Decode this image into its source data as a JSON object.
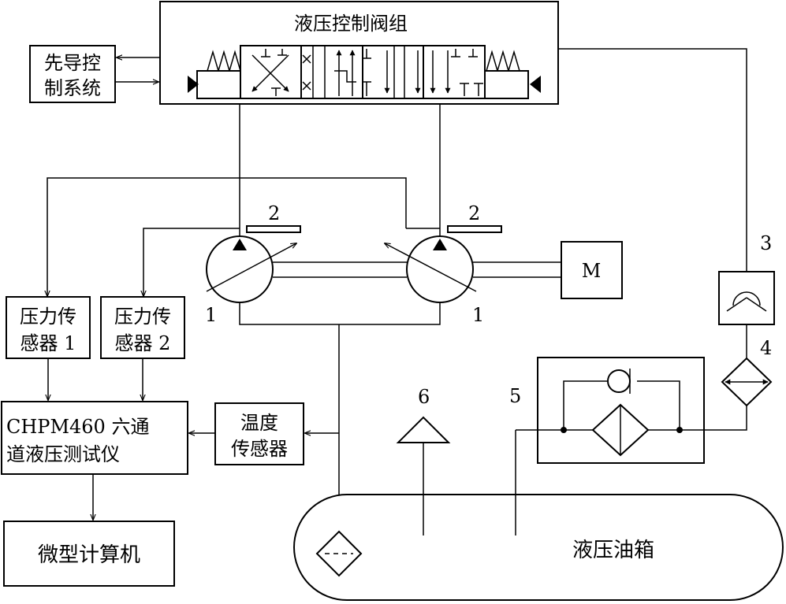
{
  "labels": {
    "valve_group": "液压控制阀组",
    "pilot_system_line1": "先导控",
    "pilot_system_line2": "制系统",
    "pressure_sensor_1_line1": "压力传",
    "pressure_sensor_1_line2": "感器 1",
    "pressure_sensor_2_line1": "压力传",
    "pressure_sensor_2_line2": "感器 2",
    "tester_line1": "CHPM460 六通",
    "tester_line2": "道液压测试仪",
    "temp_sensor_line1": "温度",
    "temp_sensor_line2": "传感器",
    "computer": "微型计算机",
    "tank": "液压油箱",
    "motor": "M"
  },
  "callouts": {
    "pump_left": "1",
    "pump_right": "1",
    "plate_left": "2",
    "plate_right": "2",
    "check_valve": "3",
    "cooler": "4",
    "filter_group": "5",
    "air_breather": "6"
  }
}
